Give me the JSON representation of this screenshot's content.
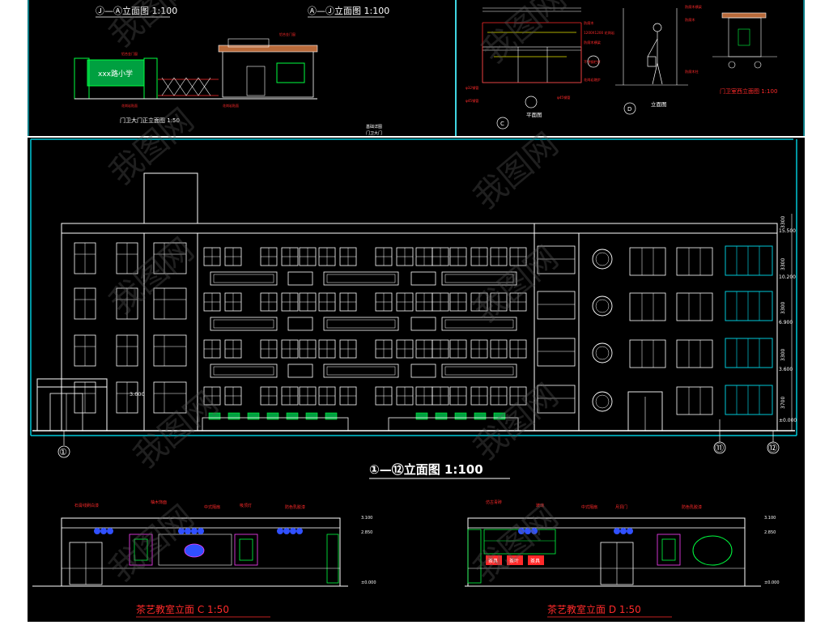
{
  "colors": {
    "background": "#000000",
    "frame": "#00c8d8",
    "line": "#ffffff",
    "red": "#ff2a2a",
    "green": "#00ff40",
    "blue": "#3050ff",
    "yellow": "#e6e600",
    "magenta": "#ff40ff",
    "watermark": "#5a5a5a"
  },
  "watermark_text": "我图网",
  "top_left": {
    "title_1": "Ⓙ—Ⓐ立面图  1:100",
    "title_2": "Ⓐ—Ⓙ立面图  1:100",
    "school_sign": "xxx路小学",
    "caption": "门卫大门正立面图  1:50",
    "notes": [
      "基础详图",
      "门卫大门"
    ]
  },
  "top_right": {
    "plan_label": "平面图",
    "elev_label": "立面图",
    "guard_caption": "门卫室西立面图 1:100",
    "axis_c": "C",
    "axis_d": "D"
  },
  "main_elevation": {
    "title": "①—⑫立面图  1:100",
    "left_axis": "①",
    "right_axes": [
      "⑪",
      "⑫"
    ],
    "level_left": "3.000",
    "levels_right": [
      "15.500",
      "10.200",
      "6.900",
      "3.600",
      "±0.000"
    ],
    "dims_right": [
      "3300",
      "3300",
      "3300",
      "3300",
      "3700"
    ]
  },
  "bottom": {
    "left_title": "茶艺教室立面 C  1:50",
    "right_title": "茶艺教室立面 D  1:50",
    "left_labels": [
      "石膏线刷白漆",
      "柚木饰面",
      "中式隔扇",
      "吸顶灯",
      "防色乳胶漆"
    ],
    "right_labels": [
      "仿古青砖",
      "玻璃",
      "中式隔扇",
      "月洞门",
      "防色乳胶漆"
    ],
    "right_cabinet": [
      "茶具",
      "茶叶",
      "茶具"
    ],
    "levels": [
      "3.100",
      "2.850",
      "±0.000"
    ]
  }
}
